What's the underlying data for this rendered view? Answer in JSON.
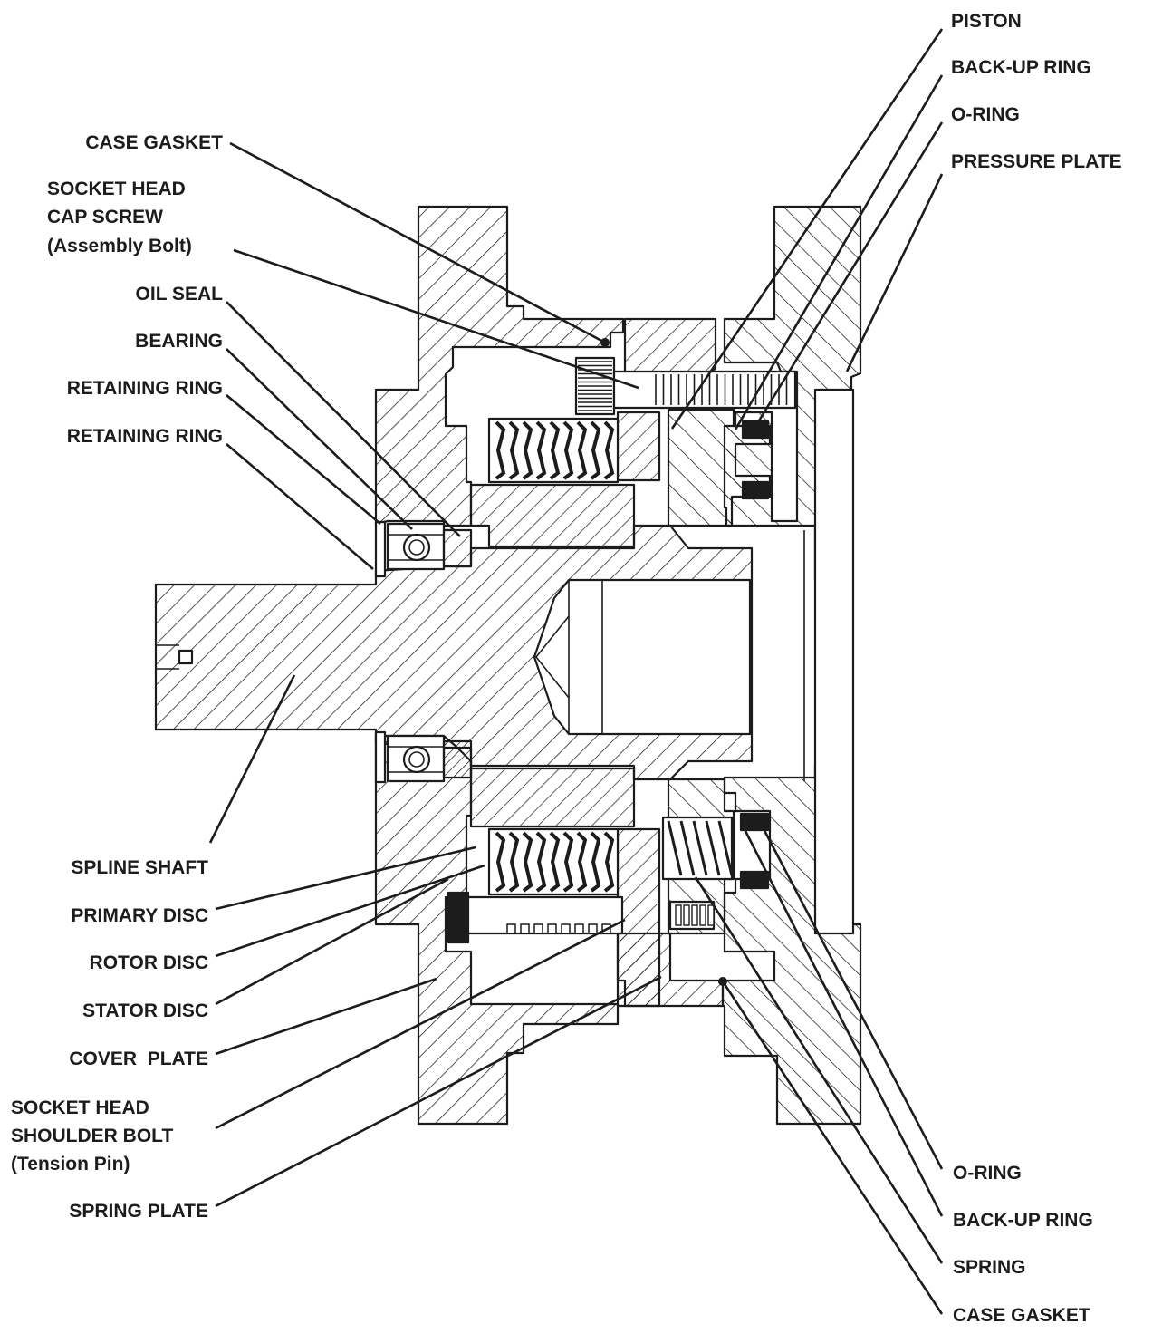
{
  "colors": {
    "ink": "#1c1c1c",
    "paper": "#ffffff"
  },
  "labels_left": [
    "CASE GASKET",
    "SOCKET HEAD",
    "CAP SCREW",
    "(Assembly Bolt)",
    "OIL SEAL",
    "BEARING",
    "RETAINING RING",
    "RETAINING RING",
    "SPLINE SHAFT",
    "PRIMARY DISC",
    "ROTOR DISC",
    "STATOR DISC",
    "COVER  PLATE",
    "SOCKET HEAD",
    "SHOULDER BOLT",
    "(Tension Pin)",
    "SPRING PLATE"
  ],
  "labels_right": [
    "PISTON",
    "BACK-UP RING",
    "O-RING",
    "PRESSURE PLATE",
    "O-RING",
    "BACK-UP RING",
    "SPRING",
    "CASE GASKET"
  ]
}
